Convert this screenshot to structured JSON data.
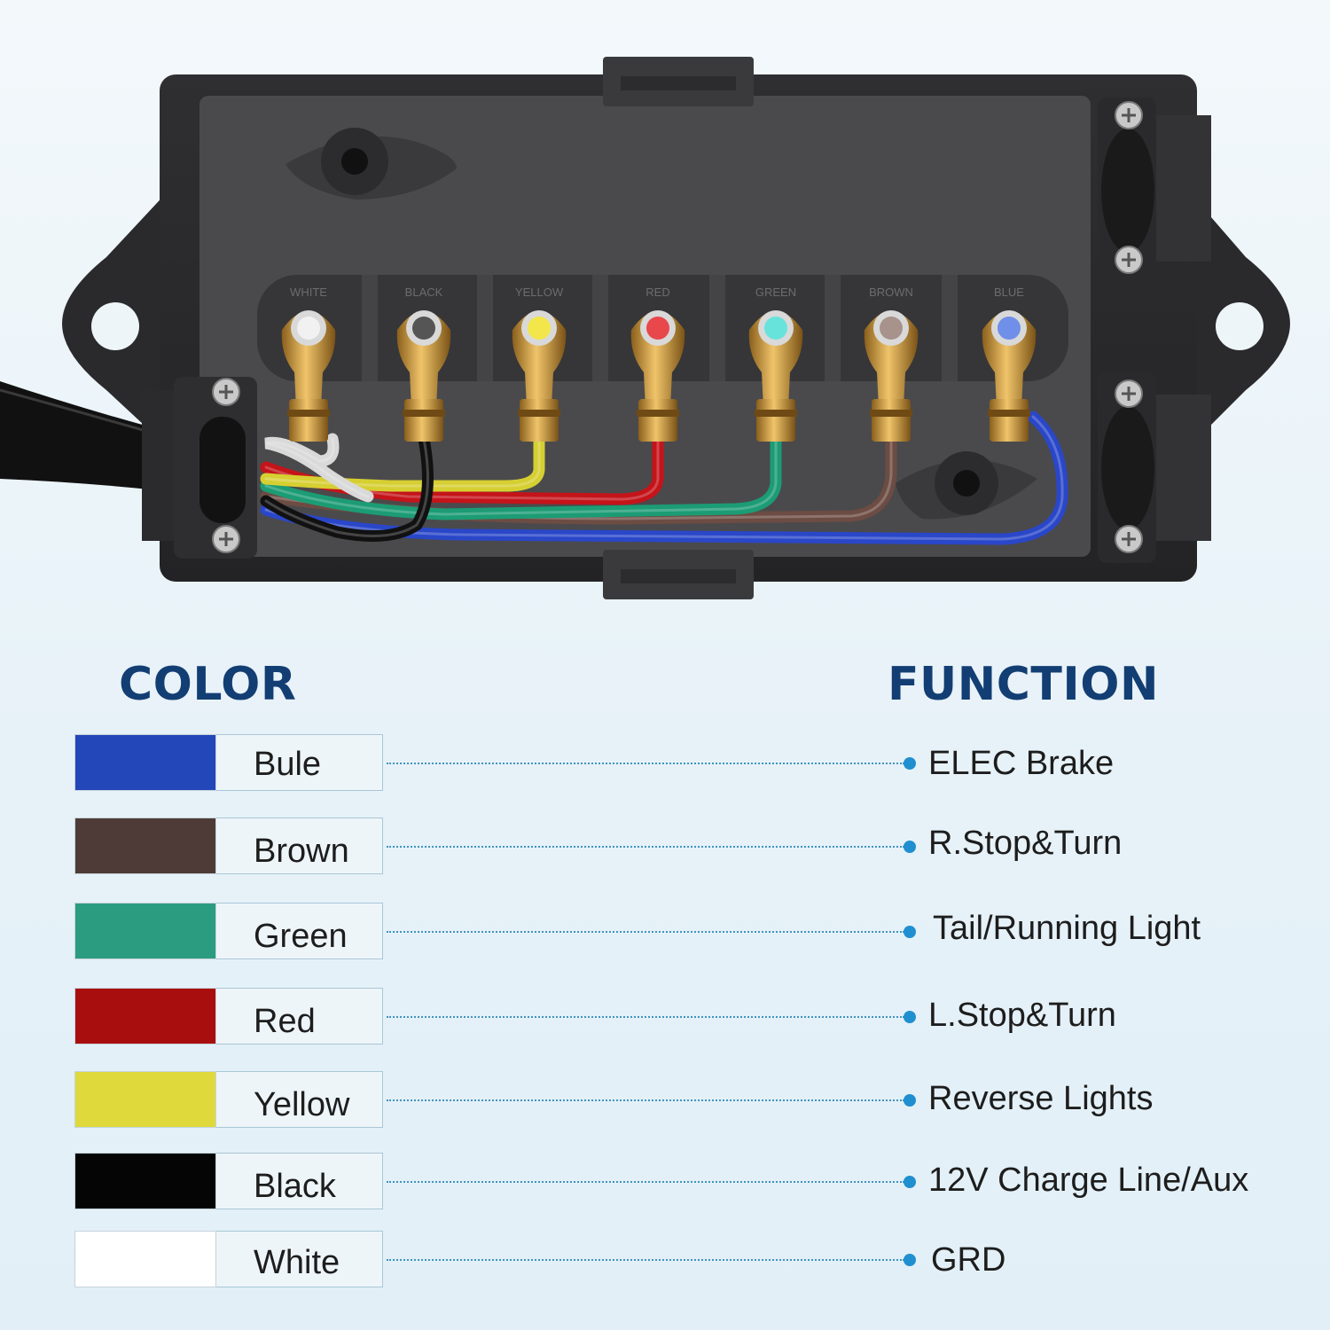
{
  "legend": {
    "color_heading": "COLOR",
    "function_heading": "FUNCTION",
    "rows": [
      {
        "color_name": "Bule",
        "swatch": "#2347b8",
        "function": "ELEC Brake"
      },
      {
        "color_name": "Brown",
        "swatch": "#4e3b38",
        "function": "R.Stop&Turn"
      },
      {
        "color_name": "Green",
        "swatch": "#2b9c80",
        "function": "Tail/Running Light"
      },
      {
        "color_name": "Red",
        "swatch": "#a90e0f",
        "function": "L.Stop&Turn"
      },
      {
        "color_name": "Yellow",
        "swatch": "#e0d93c",
        "function": "Reverse Lights"
      },
      {
        "color_name": "Black",
        "swatch": "#050505",
        "function": "12V Charge Line/Aux"
      },
      {
        "color_name": "White",
        "swatch": "#ffffff",
        "function": "GRD"
      }
    ]
  },
  "junction_box": {
    "terminal_labels": [
      "WHITE",
      "BLACK",
      "YELLOW",
      "RED",
      "GREEN",
      "BROWN",
      "BLUE"
    ],
    "terminal_colors": [
      "#f1f1f1",
      "#555555",
      "#f2e64a",
      "#e8474c",
      "#67e3dc",
      "#a8928c",
      "#6f8fe8"
    ],
    "wire_colors": {
      "white": "#d9d9d9",
      "black": "#111111",
      "yellow": "#d6cf32",
      "red": "#c4141a",
      "green": "#1c9c74",
      "brown": "#6c4c43",
      "blue": "#2a47c9"
    }
  }
}
